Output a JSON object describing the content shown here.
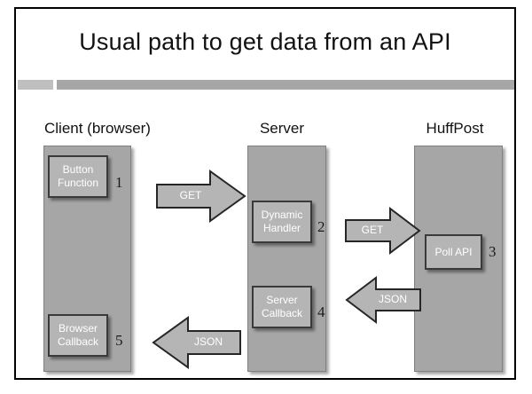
{
  "slide": {
    "title": "Usual path to get data from an API",
    "accent_light": "#bfbfbf",
    "accent_dark": "#a6a6a6",
    "node_fill": "#b5b5b5",
    "border_color": "#000000"
  },
  "lanes": [
    {
      "id": "client",
      "label": "Client (browser)"
    },
    {
      "id": "server",
      "label": "Server"
    },
    {
      "id": "huffpost",
      "label": "HuffPost"
    }
  ],
  "nodes": [
    {
      "id": "button-function",
      "line1": "Button",
      "line2": "Function",
      "step": "1",
      "lane": "client"
    },
    {
      "id": "dynamic-handler",
      "line1": "Dynamic",
      "line2": "Handler",
      "step": "2",
      "lane": "server"
    },
    {
      "id": "poll-api",
      "line1": "Poll API",
      "line2": "",
      "step": "3",
      "lane": "huffpost"
    },
    {
      "id": "server-callback",
      "line1": "Server",
      "line2": "Callback",
      "step": "4",
      "lane": "server"
    },
    {
      "id": "browser-callback",
      "line1": "Browser",
      "line2": "Callback",
      "step": "5",
      "lane": "client"
    }
  ],
  "arrows": [
    {
      "id": "get-client-to-server",
      "label": "GET",
      "direction": "right"
    },
    {
      "id": "get-server-to-huffpost",
      "label": "GET",
      "direction": "right"
    },
    {
      "id": "json-huffpost-to-server",
      "label": "JSON",
      "direction": "left"
    },
    {
      "id": "json-server-to-client",
      "label": "JSON",
      "direction": "left"
    }
  ]
}
